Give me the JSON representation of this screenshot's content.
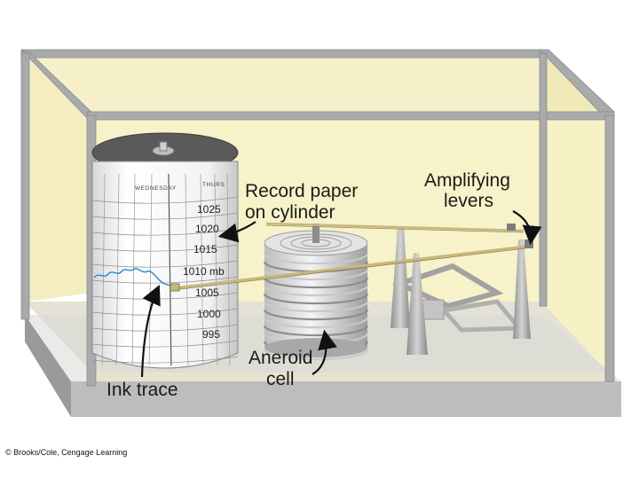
{
  "labels": {
    "record_paper_line1": "Record paper",
    "record_paper_line2": "on cylinder",
    "amplifying_line1": "Amplifying",
    "amplifying_line2": "levers",
    "aneroid_line1": "Aneroid",
    "aneroid_line2": "cell",
    "ink_trace": "Ink trace"
  },
  "drum": {
    "day_left": "WEDNESDAY",
    "day_right": "THURS",
    "pressure_ticks": [
      "1025",
      "1020",
      "1015",
      "1010 mb",
      "1005",
      "1000",
      "995"
    ]
  },
  "credit": "© Brooks/Cole, Cengage Learning",
  "colors": {
    "case_background": "#f7f1c6",
    "frame": "#a9aaab",
    "lever_rod": "#c9b77a",
    "ink_trace": "#2a86c8"
  }
}
